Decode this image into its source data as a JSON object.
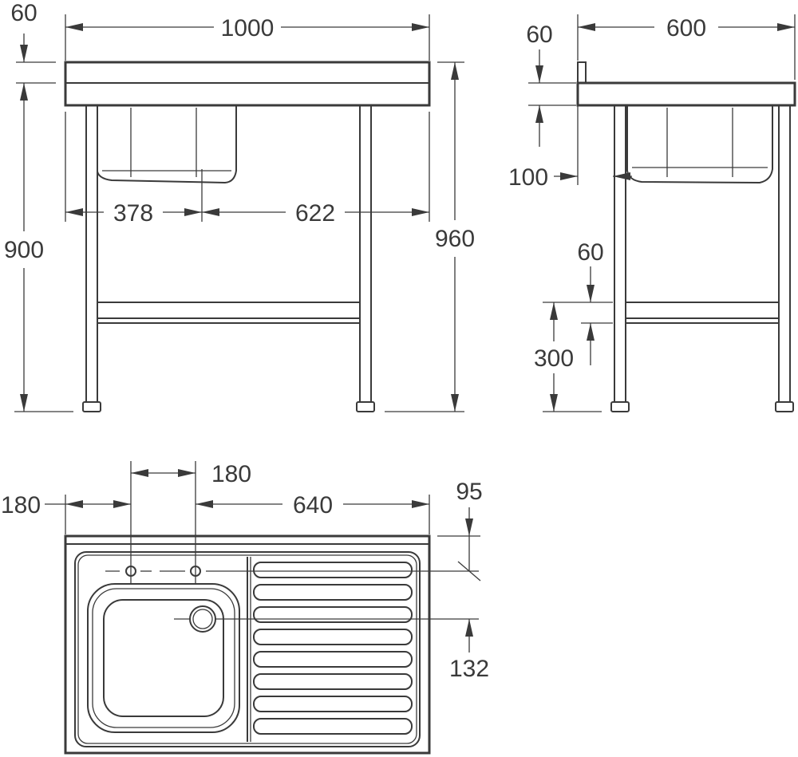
{
  "front_view": {
    "width_label": "1000",
    "top_thickness_label": "60",
    "height_label": "900",
    "total_height_label": "960",
    "bowl_offset_label": "378",
    "drainer_length_label": "622"
  },
  "side_view": {
    "depth_label": "600",
    "upstand_label": "60",
    "bowl_depth_label": "100",
    "rail_thickness_label": "60",
    "rail_height_label": "300"
  },
  "plan_view": {
    "left_margin_label": "180",
    "tap_spacing_label": "180",
    "drainer_width_label": "640",
    "tap_row_label": "95",
    "waste_center_label": "132"
  }
}
